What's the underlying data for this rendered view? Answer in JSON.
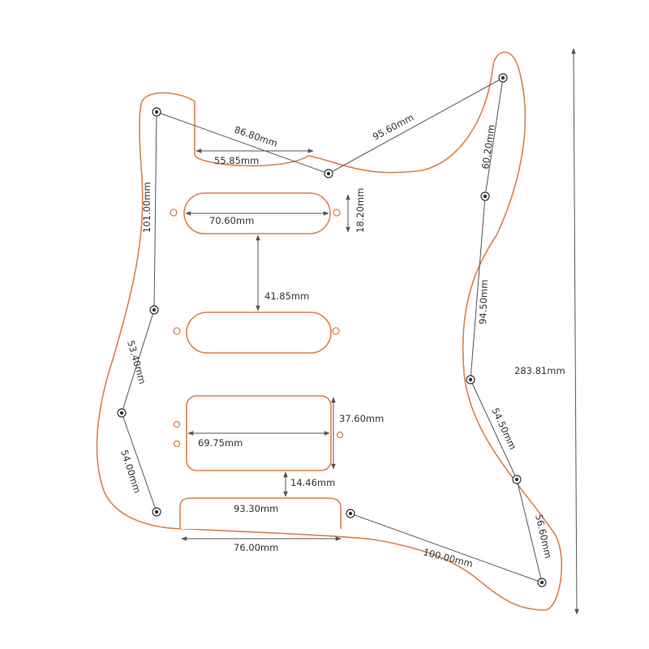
{
  "diagram": {
    "labels": {
      "top_left_mm": "86.80mm",
      "top_right_mm": "95.60mm",
      "horn_cut_mm": "55.85mm",
      "right_upper_mm": "60.20mm",
      "left_upper_mm": "101.00mm",
      "neck_pickup_width": "70.60mm",
      "pickup_height": "18.20mm",
      "pickup_spacing": "41.85mm",
      "right_mid_mm": "94.50mm",
      "left_mid_mm": "53.40mm",
      "overall_height": "283.81mm",
      "humbucker_height": "37.60mm",
      "humbucker_width": "69.75mm",
      "right_lower_mm": "54.50mm",
      "left_lower_mm": "54.00mm",
      "bridge_gap": "14.46mm",
      "bridge_cut_width": "93.30mm",
      "right_bottom_mm": "56.60mm",
      "bridge_cut_bottom": "76.00mm",
      "bottom_mm": "100.00mm"
    },
    "colors": {
      "outline": "#d9824a",
      "dimension": "#555555",
      "text": "#333333"
    }
  }
}
